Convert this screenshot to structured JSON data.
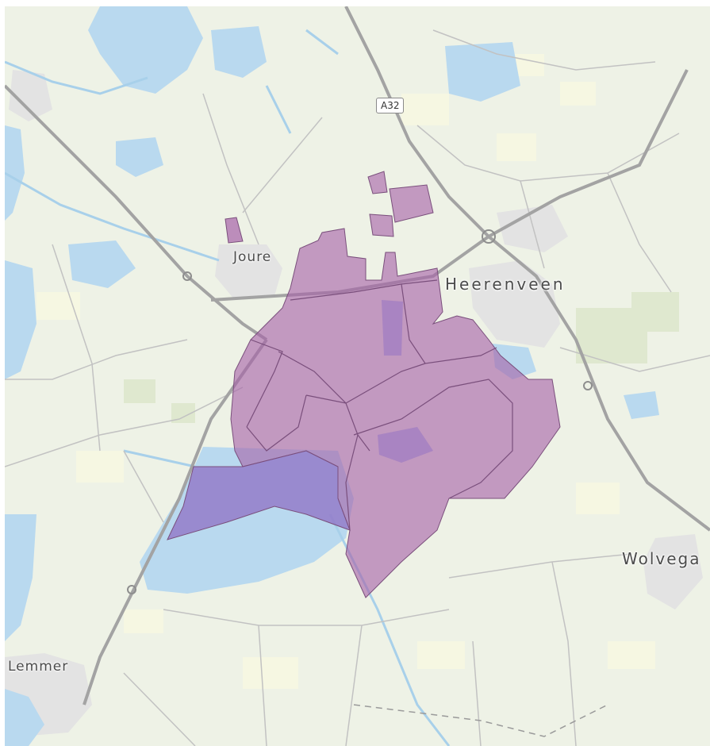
{
  "map": {
    "labels": {
      "joure": "Joure",
      "heerenveen": "Heerenveen",
      "wolvega": "Wolvega",
      "lemmer": "Lemmer"
    },
    "road_shields": {
      "a32": "A32"
    },
    "colors": {
      "land": "#eef2e6",
      "water": "#b9d9ef",
      "road_major": "#9a9a9a",
      "road_minor": "#b9b9b9",
      "urban": "#e2e2e2",
      "field": "#f5f6df",
      "overlay_fill": "#a763a8",
      "overlay_fill_water": "#9b86c9",
      "overlay_border": "#7a4f7c"
    }
  }
}
